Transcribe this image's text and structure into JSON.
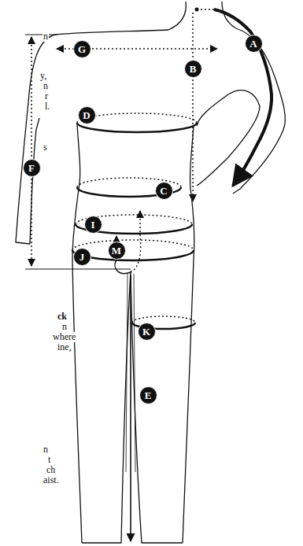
{
  "diagram": {
    "nodes": [
      {
        "text": [
          "A"
        ]
      },
      {
        "text": [
          "G"
        ]
      },
      {
        "text": [
          "B"
        ]
      },
      {
        "text": [
          "D"
        ]
      },
      {
        "text": [
          "F"
        ]
      },
      {
        "text": [
          "C"
        ]
      },
      {
        "text": [
          "I"
        ]
      },
      {
        "text": [
          "M"
        ]
      },
      {
        "text": [
          "J"
        ]
      },
      {
        "text": [
          "K"
        ]
      },
      {
        "text": [
          "E"
        ]
      }
    ],
    "labels": [
      "n",
      "y,",
      "n",
      "r",
      "l.",
      "s",
      "ck",
      "n",
      "where",
      "ine,",
      "n",
      "t",
      "ch",
      "aist."
    ]
  }
}
